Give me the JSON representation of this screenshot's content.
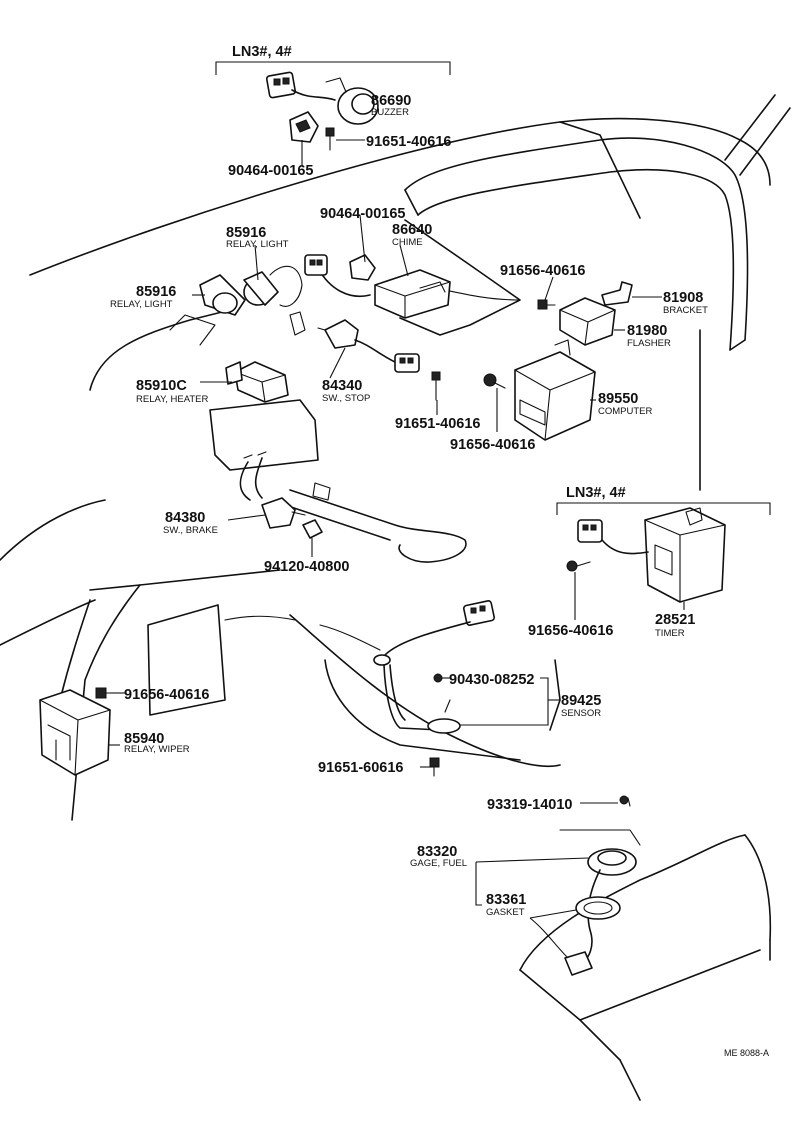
{
  "groups": {
    "top": "LN3#, 4#",
    "right": "LN3#, 4#"
  },
  "parts": {
    "p86690": {
      "no": "86690",
      "name": "BUZZER"
    },
    "p91651_40616_a": {
      "no": "91651-40616"
    },
    "p90464_00165_a": {
      "no": "90464-00165"
    },
    "p90464_00165_b": {
      "no": "90464-00165"
    },
    "p86640": {
      "no": "86640",
      "name": "CHIME"
    },
    "p85916_a": {
      "no": "85916",
      "name": "RELAY, LIGHT"
    },
    "p85916_b": {
      "no": "85916",
      "name": "RELAY, LIGHT"
    },
    "p91656_40616_a": {
      "no": "91656-40616"
    },
    "p81908": {
      "no": "81908",
      "name": "BRACKET"
    },
    "p81980": {
      "no": "81980",
      "name": "FLASHER"
    },
    "p85910C": {
      "no": "85910C",
      "name": "RELAY, HEATER"
    },
    "p84340": {
      "no": "84340",
      "name": "SW., STOP"
    },
    "p89550": {
      "no": "89550",
      "name": "COMPUTER"
    },
    "p91651_40616_b": {
      "no": "91651-40616"
    },
    "p91656_40616_b": {
      "no": "91656-40616"
    },
    "p84380": {
      "no": "84380",
      "name": "SW., BRAKE"
    },
    "p94120_40800": {
      "no": "94120-40800"
    },
    "p91656_40616_c": {
      "no": "91656-40616"
    },
    "p28521": {
      "no": "28521",
      "name": "TIMER"
    },
    "p90430_08252": {
      "no": "90430-08252"
    },
    "p89425": {
      "no": "89425",
      "name": "SENSOR"
    },
    "p91656_40616_d": {
      "no": "91656-40616"
    },
    "p85940": {
      "no": "85940",
      "name": "RELAY, WIPER"
    },
    "p91651_60616": {
      "no": "91651-60616"
    },
    "p93319_14010": {
      "no": "93319-14010"
    },
    "p83320": {
      "no": "83320",
      "name": "GAGE, FUEL"
    },
    "p83361": {
      "no": "83361",
      "name": "GASKET"
    }
  },
  "footer": {
    "ref": "ME 8088-A"
  }
}
